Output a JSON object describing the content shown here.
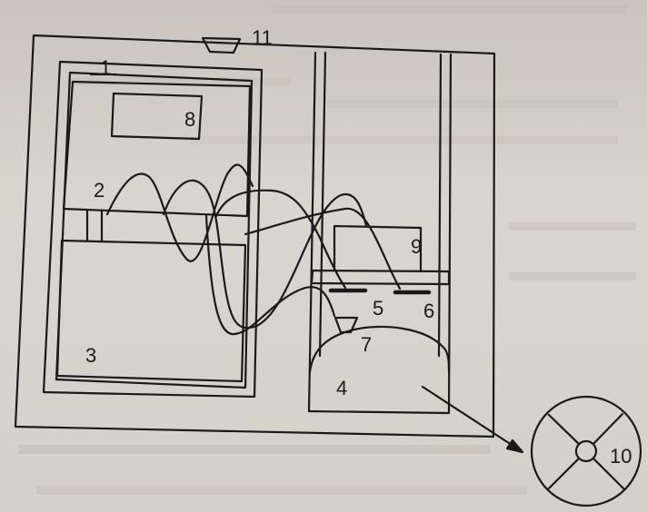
{
  "diagram": {
    "labels": {
      "l1": "1",
      "l2": "2",
      "l3": "3",
      "l4": "4",
      "l5": "5",
      "l6": "6",
      "l7": "7",
      "l8": "8",
      "l9": "9",
      "l10": "10",
      "l11": "11"
    }
  },
  "colors": {
    "ink": "#1a1a1a",
    "paper": "#d4d0ca"
  }
}
